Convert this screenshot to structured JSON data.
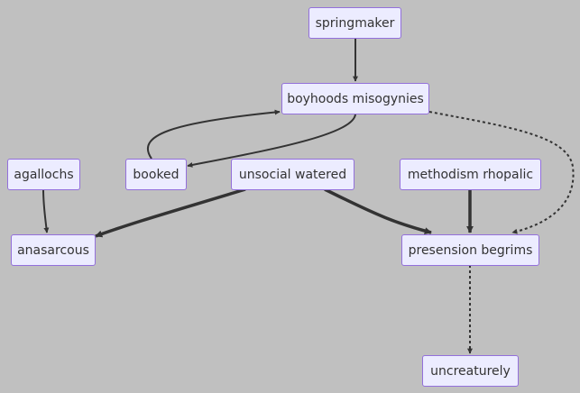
{
  "nodes": {
    "springmaker": {
      "label": "springmaker"
    },
    "boyhoods_misogynies": {
      "label": "boyhoods misogynies"
    },
    "agallochs": {
      "label": "agallochs"
    },
    "booked": {
      "label": "booked"
    },
    "unsocial_watered": {
      "label": "unsocial watered"
    },
    "methodism_rhopalic": {
      "label": "methodism rhopalic"
    },
    "anasarcous": {
      "label": "anasarcous"
    },
    "presension_begrims": {
      "label": "presension begrims"
    },
    "uncreaturely": {
      "label": "uncreaturely"
    }
  },
  "edges": [
    {
      "from": "springmaker",
      "to": "boyhoods_misogynies",
      "style": "solid"
    },
    {
      "from": "boyhoods_misogynies",
      "to": "booked",
      "style": "solid"
    },
    {
      "from": "booked",
      "to": "boyhoods_misogynies",
      "style": "solid"
    },
    {
      "from": "boyhoods_misogynies",
      "to": "presension_begrims",
      "style": "dotted"
    },
    {
      "from": "agallochs",
      "to": "anasarcous",
      "style": "solid"
    },
    {
      "from": "unsocial_watered",
      "to": "anasarcous",
      "style": "thick"
    },
    {
      "from": "unsocial_watered",
      "to": "presension_begrims",
      "style": "thick"
    },
    {
      "from": "methodism_rhopalic",
      "to": "presension_begrims",
      "style": "thick"
    },
    {
      "from": "presension_begrims",
      "to": "uncreaturely",
      "style": "dotted"
    }
  ],
  "colors": {
    "background": "#c0c0c0",
    "node_fill": "#ececff",
    "node_border": "#9370db",
    "edge": "#333333",
    "text": "#333333"
  }
}
